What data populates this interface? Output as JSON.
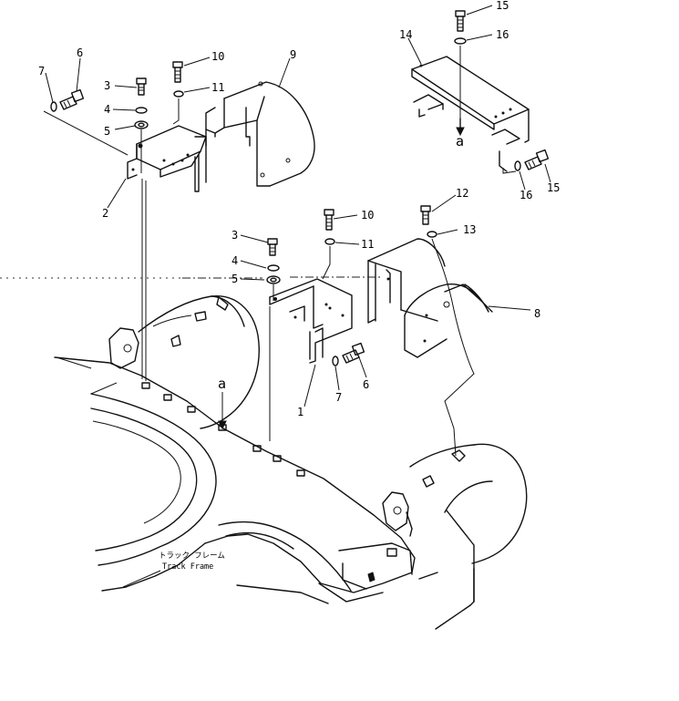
{
  "callouts": [
    "1",
    "2",
    "3",
    "4",
    "5",
    "6",
    "7",
    "8",
    "9",
    "10",
    "11",
    "12",
    "13",
    "14",
    "15",
    "16"
  ],
  "reference_marks": [
    "a",
    "a"
  ],
  "track_frame_label": {
    "japanese": "トラック フレーム",
    "english": "Track Frame"
  }
}
